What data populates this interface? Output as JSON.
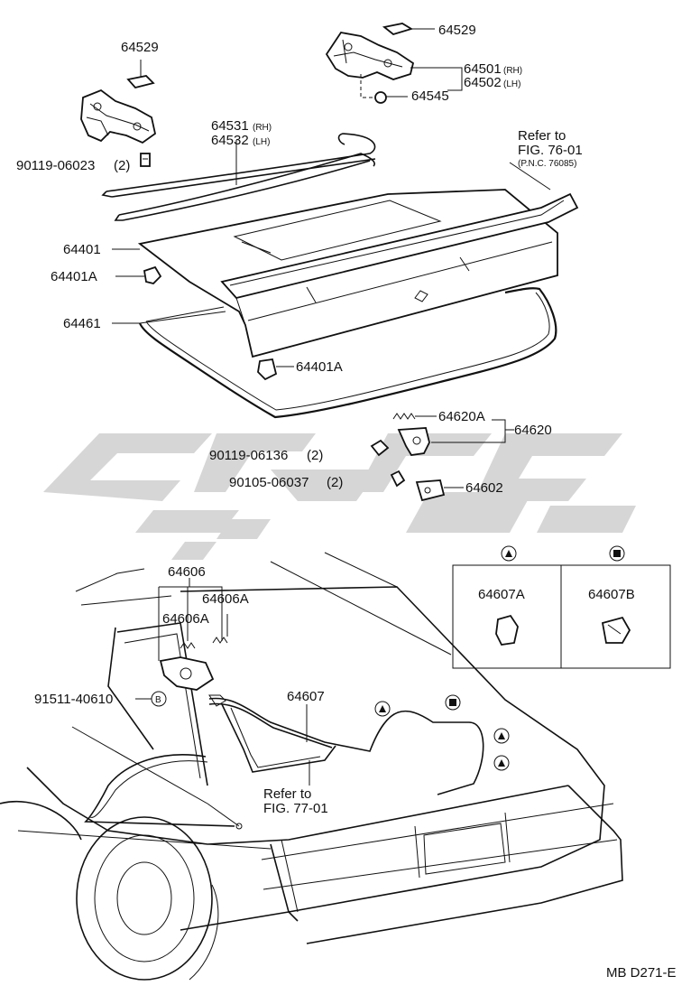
{
  "labels": {
    "p64529_left": "64529",
    "p64529_right": "64529",
    "p64501": "64501",
    "p64501_side": "(RH)",
    "p64502": "64502",
    "p64502_side": "(LH)",
    "p64545": "64545",
    "p64531": "64531",
    "p64531_side": "(RH)",
    "p64532": "64532",
    "p64532_side": "(LH)",
    "p90119_06023": "90119-06023",
    "p90119_06023_qty": "(2)",
    "refer_to_top": "Refer to",
    "fig_76_01": "FIG. 76-01",
    "pnc_76085": "(P.N.C. 76085)",
    "p64401": "64401",
    "p64401A_a": "64401A",
    "p64461": "64461",
    "p64401A_b": "64401A",
    "p64620A": "64620A",
    "p64620": "64620",
    "p90119_06136": "90119-06136",
    "p90119_06136_qty": "(2)",
    "p90105_06037": "90105-06037",
    "p90105_06037_qty": "(2)",
    "p64602": "64602",
    "p64606": "64606",
    "p64606A_a": "64606A",
    "p64606A_b": "64606A",
    "p91511_40610": "91511-40610",
    "marker_b": "B",
    "p64607": "64607",
    "refer_to_bottom": "Refer to",
    "fig_77_01": "FIG. 77-01",
    "p64607A": "64607A",
    "p64607B": "64607B",
    "diagram_code": "MB D271-E"
  }
}
